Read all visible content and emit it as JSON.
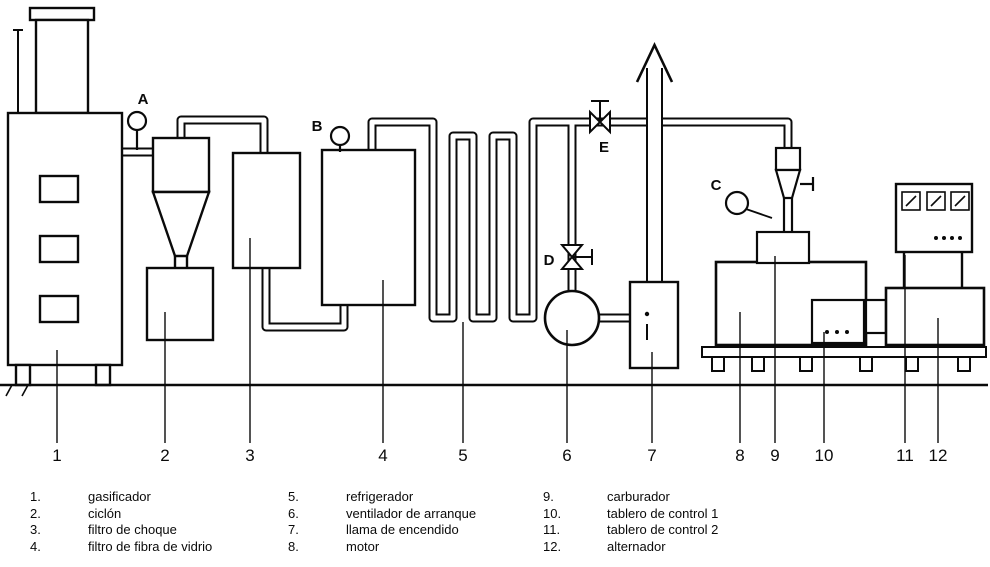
{
  "diagram": {
    "point_labels": [
      "A",
      "B",
      "C",
      "D",
      "E"
    ],
    "numbers": [
      "1",
      "2",
      "3",
      "4",
      "5",
      "6",
      "7",
      "8",
      "9",
      "10",
      "11",
      "12"
    ],
    "ink": "#0a0a0a",
    "background": "#ffffff"
  },
  "legend": {
    "columns": [
      {
        "items": [
          {
            "num": "1.",
            "label": "gasificador"
          },
          {
            "num": "2.",
            "label": "ciclón"
          },
          {
            "num": "3.",
            "label": "filtro de choque"
          },
          {
            "num": "4.",
            "label": "filtro de fibra de vidrio"
          }
        ]
      },
      {
        "items": [
          {
            "num": "5.",
            "label": "refrigerador"
          },
          {
            "num": "6.",
            "label": "ventilador de arranque"
          },
          {
            "num": "7.",
            "label": "llama de encendido"
          },
          {
            "num": "8.",
            "label": "motor"
          }
        ]
      },
      {
        "items": [
          {
            "num": "9.",
            "label": "carburador"
          },
          {
            "num": "10.",
            "label": "tablero de control 1"
          },
          {
            "num": "11.",
            "label": "tablero de control 2"
          },
          {
            "num": "12.",
            "label": "alternador"
          }
        ]
      }
    ]
  }
}
